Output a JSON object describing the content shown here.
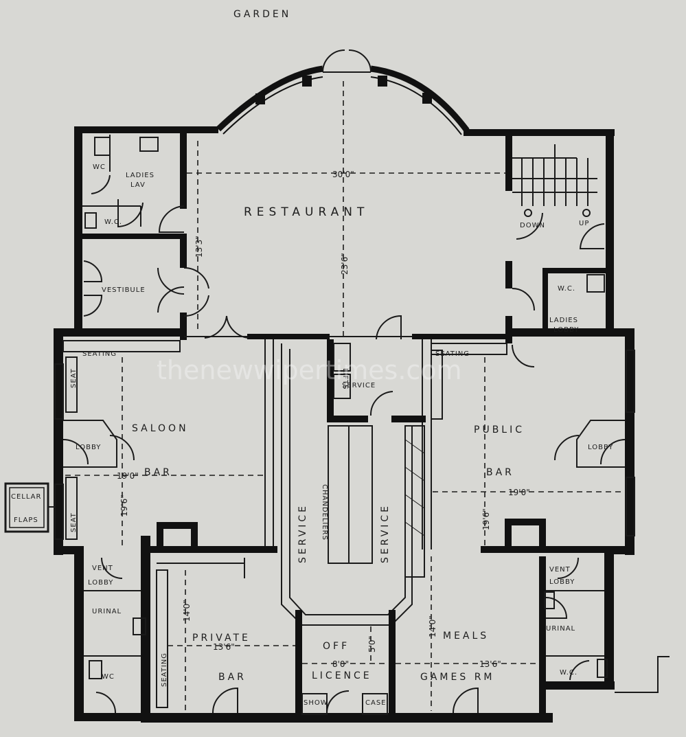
{
  "header": {
    "garden_label": "GARDEN"
  },
  "rooms": {
    "restaurant": "RESTAURANT",
    "ladies_lav": [
      "LADIES",
      "LAV"
    ],
    "wc": "WC",
    "wc_dotted": "W.C.",
    "vestibule": "VESTIBULE",
    "saloon_bar": [
      "SALOON",
      "BAR"
    ],
    "public_bar": [
      "PUBLIC",
      "BAR"
    ],
    "lobby": "LOBBY",
    "service": "SERVICE",
    "lifts": "LIFTS",
    "private_bar": [
      "PRIVATE",
      "BAR"
    ],
    "off_licence": [
      "OFF",
      "LICENCE"
    ],
    "meals_games": [
      "MEALS",
      "GAMES RM"
    ],
    "urinal": "URINAL",
    "vent_lobby": [
      "VENT",
      "LOBBY"
    ],
    "ladies_lobby": [
      "LADIES",
      "LOBBY"
    ],
    "cellar_flaps": [
      "CELLAR",
      "FLAPS"
    ],
    "seating": "SEATING",
    "seat": "SEAT",
    "down": "DOWN",
    "up": "UP",
    "show": "SHOW",
    "case": "CASE",
    "chandeliers": "CHANDELIERS"
  },
  "dimensions": {
    "restaurant_width": "30'0\"",
    "restaurant_depth": "23'6\"",
    "restaurant_side": "13'3\"",
    "saloon_width": "19'0\"",
    "saloon_depth": "19'6\"",
    "public_width": "19'0\"",
    "public_depth": "19'6\"",
    "private_width": "13'6\"",
    "private_depth": "14'0\"",
    "off_width": "8'0\"",
    "off_depth": "5'0\"",
    "games_width": "13'6\"",
    "games_depth": "14'0\""
  },
  "watermark": "thenewwipertimes.com"
}
